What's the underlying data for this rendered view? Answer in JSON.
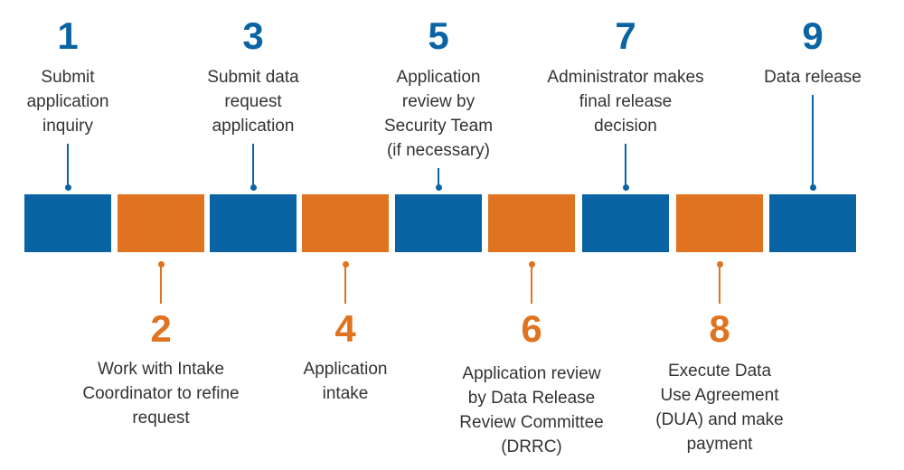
{
  "colors": {
    "blue": "#0a64a4",
    "orange": "#e0731f",
    "text": "#333333"
  },
  "steps": [
    {
      "number": "1",
      "label": "Submit application inquiry",
      "side": "top",
      "color": "blue"
    },
    {
      "number": "2",
      "label": "Work with Intake Coordinator to refine request",
      "side": "bottom",
      "color": "orange"
    },
    {
      "number": "3",
      "label": "Submit data request application",
      "side": "top",
      "color": "blue"
    },
    {
      "number": "4",
      "label": "Application intake",
      "side": "bottom",
      "color": "orange"
    },
    {
      "number": "5",
      "label": "Application review by Security Team (if necessary)",
      "side": "top",
      "color": "blue"
    },
    {
      "number": "6",
      "label": "Application review by Data Release Review Committee (DRRC)",
      "side": "bottom",
      "color": "orange"
    },
    {
      "number": "7",
      "label": "Administrator makes final release decision",
      "side": "top",
      "color": "blue"
    },
    {
      "number": "8",
      "label": "Execute Data Use Agreement (DUA) and make payment",
      "side": "bottom",
      "color": "orange"
    },
    {
      "number": "9",
      "label": "Data release",
      "side": "top",
      "color": "blue"
    }
  ]
}
